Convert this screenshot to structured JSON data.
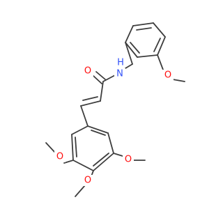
{
  "molecule": {
    "atoms": {
      "o_carbonyl": {
        "symbol": "O",
        "color": "#ff0d0d"
      },
      "n_amide": {
        "symbol": "N",
        "color": "#3050f8"
      },
      "h_amide": {
        "symbol": "H",
        "color": "#3050f8"
      },
      "o_benzyl_methoxy": {
        "symbol": "O",
        "color": "#ff0d0d"
      },
      "o_methoxy_left": {
        "symbol": "O",
        "color": "#ff0d0d"
      },
      "o_methoxy_right": {
        "symbol": "O",
        "color": "#ff0d0d"
      },
      "o_methoxy_bottom": {
        "symbol": "O",
        "color": "#ff0d0d"
      }
    },
    "bond_color": "#3d3d3d"
  }
}
